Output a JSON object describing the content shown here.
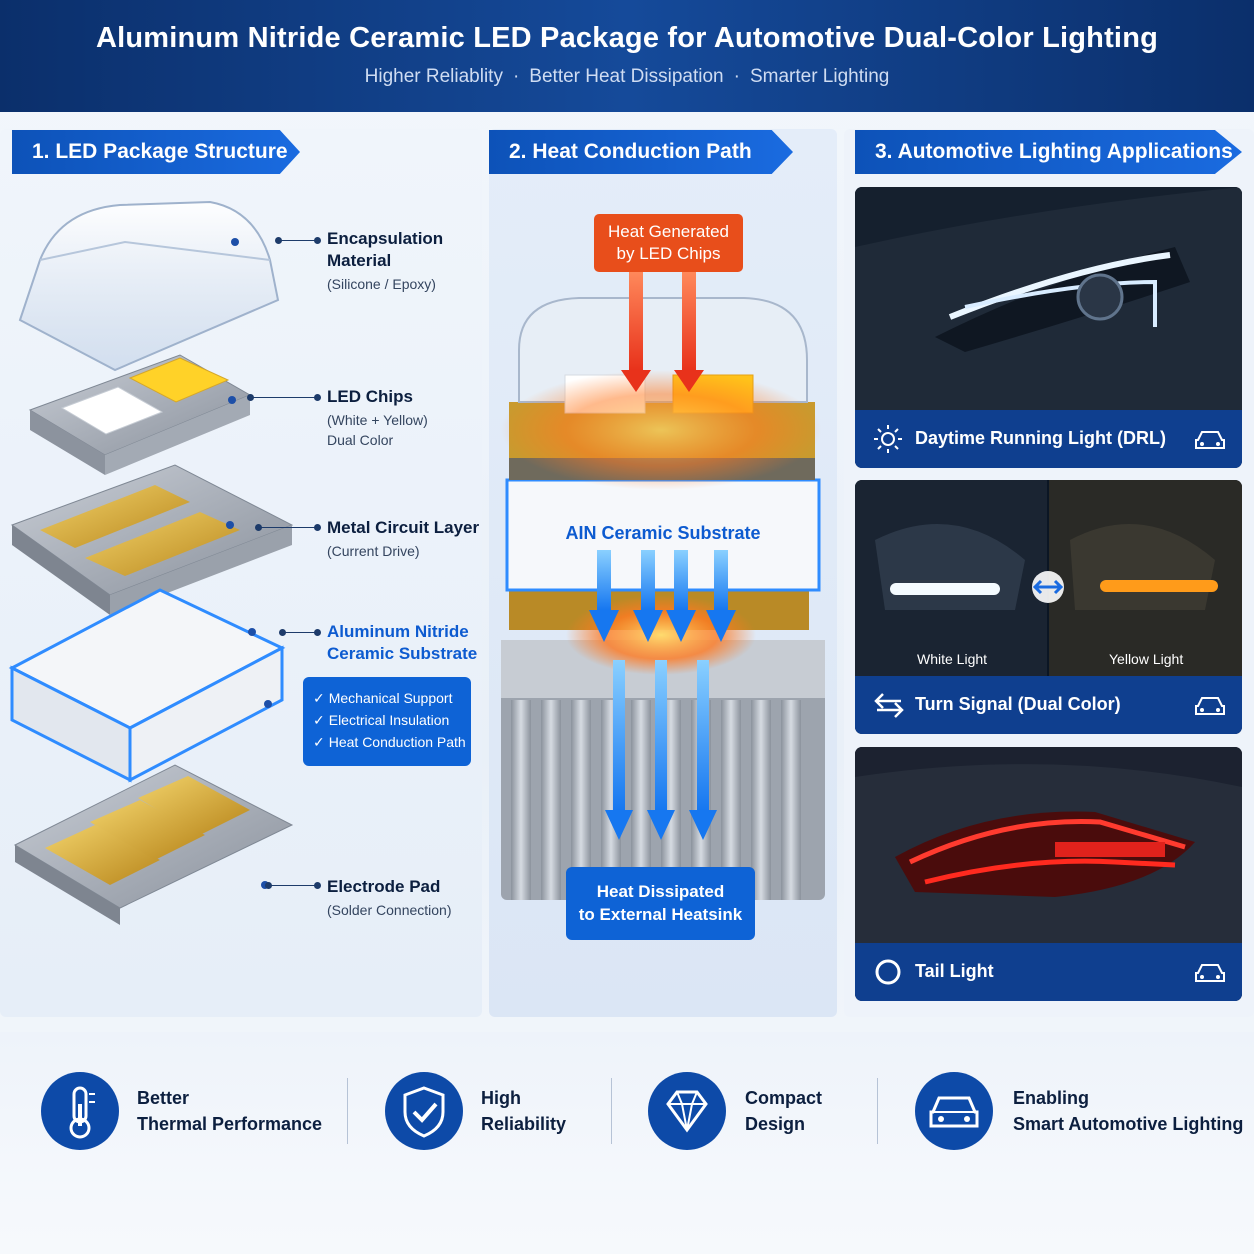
{
  "header": {
    "title": "Aluminum Nitride Ceramic LED Package for Automotive Dual-Color Lighting",
    "subtitle_items": [
      "Higher Reliablity",
      "Better Heat Dissipation",
      "Smarter Lighting"
    ]
  },
  "sections": {
    "structure_title": "1. LED Package Structure",
    "heat_title": "2. Heat Conduction Path",
    "apps_title": "3. Automotive Lighting Applications"
  },
  "layers": [
    {
      "title_lines": [
        "Encapsulation",
        "Material"
      ],
      "sub": [
        "(Silicone / Epoxy)"
      ]
    },
    {
      "title_lines": [
        "LED Chips"
      ],
      "sub": [
        "(White + Yellow)",
        "Dual Color"
      ]
    },
    {
      "title_lines": [
        "Metal Circuit Layer"
      ],
      "sub": [
        "(Current Drive)"
      ]
    },
    {
      "title_lines": [
        "Aluminum Nitride",
        "Ceramic Substrate"
      ],
      "sub": []
    },
    {
      "title_lines": [
        "Electrode Pad"
      ],
      "sub": [
        "(Solder Connection)"
      ]
    }
  ],
  "substrate_features": [
    "Mechanical Support",
    "Electrical Insulation",
    "Heat Conduction Path"
  ],
  "heat_path": {
    "top_lines": [
      "Heat Generated",
      "by LED Chips"
    ],
    "substrate_label": "AIN Ceramic Substrate",
    "bottom_lines": [
      "Heat Dissipated",
      "to External Heatsink"
    ]
  },
  "applications": [
    {
      "label": "Daytime Running Light (DRL)",
      "icon": "sun-icon"
    },
    {
      "label": "Turn Signal (Dual Color)",
      "icon": "turn-arrows-icon",
      "sub_labels": [
        "White Light",
        "Yellow Light"
      ]
    },
    {
      "label": "Tail Light",
      "icon": "ring-icon"
    }
  ],
  "benefits": [
    {
      "lines": [
        "Better",
        "Thermal Performance"
      ],
      "icon": "thermometer-icon"
    },
    {
      "lines": [
        "High",
        "Reliability"
      ],
      "icon": "shield-check-icon"
    },
    {
      "lines": [
        "Compact",
        "Design"
      ],
      "icon": "diamond-icon"
    },
    {
      "lines": [
        "Enabling",
        "Smart Automotive Lighting"
      ],
      "icon": "car-icon"
    }
  ],
  "colors": {
    "header_bg": "#0b2f6b",
    "accent_blue": "#0e63d6",
    "heat_orange": "#e84e1b",
    "app_bar": "#0f3f8f",
    "gold": "#d4a72c",
    "amber": "#ff9b1a",
    "tail_red": "#e0221c"
  }
}
